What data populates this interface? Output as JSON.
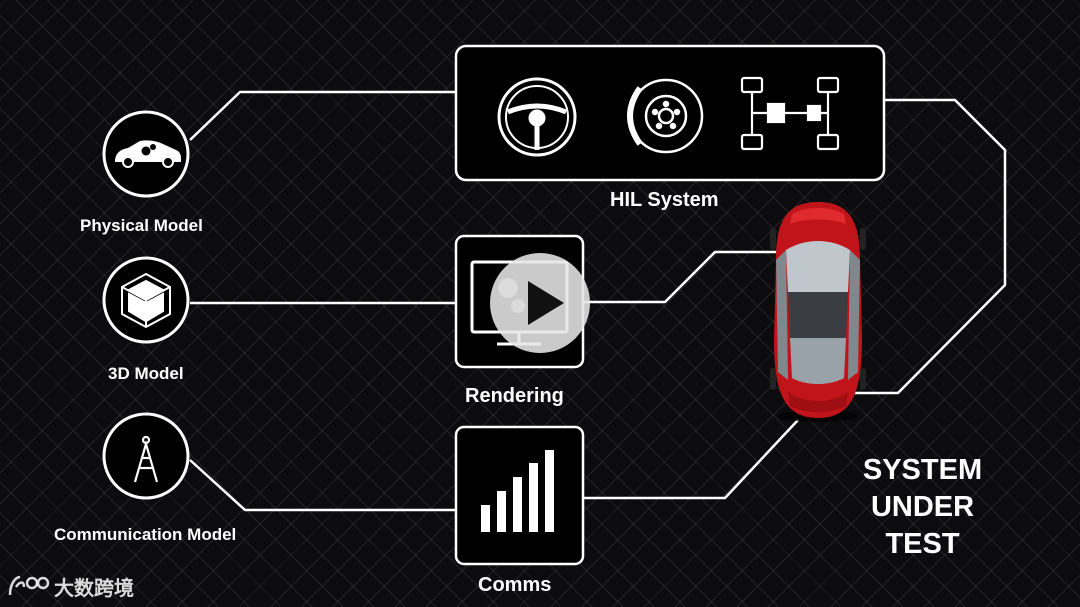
{
  "labels": {
    "physical_model": "Physical Model",
    "model_3d": "3D Model",
    "communication_model": "Communication Model",
    "hil_system": "HIL System",
    "rendering": "Rendering",
    "comms": "Comms"
  },
  "system_under_test": [
    "SYSTEM",
    "UNDER",
    "TEST"
  ],
  "watermark": "大数跨境",
  "colors": {
    "background": "#0c0c0e",
    "stroke": "#ffffff",
    "car_body": "#c0141a",
    "play_button": "#e6e6e6"
  },
  "icons": {
    "physical_model": "car-gears-icon",
    "model_3d": "cube-icon",
    "communication_model": "antenna-tower-icon",
    "hil_1": "steering-wheel-icon",
    "hil_2": "brake-disc-icon",
    "hil_3": "drivetrain-icon",
    "rendering": "monitor-gears-icon",
    "comms": "signal-bars-icon"
  }
}
